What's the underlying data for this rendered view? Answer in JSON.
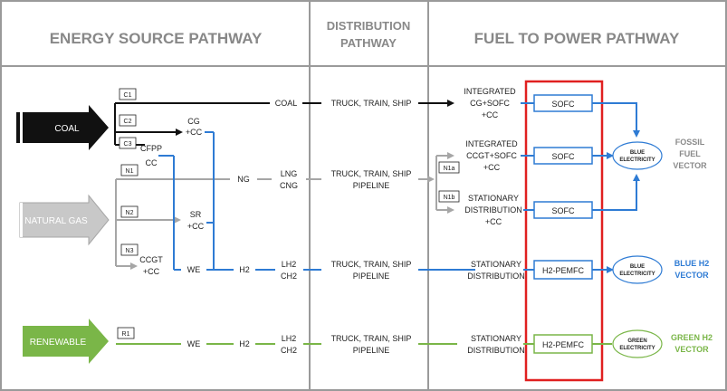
{
  "headers": {
    "energy": "ENERGY SOURCE PATHWAY",
    "dist1": "DISTRIBUTION",
    "dist2": "PATHWAY",
    "fuel": "FUEL TO POWER PATHWAY"
  },
  "sources": {
    "coal": "COAL",
    "natural_gas": "NATURAL GAS",
    "renewable": "RENEWABLE"
  },
  "tags": {
    "c1": "C1",
    "c2": "C2",
    "c3": "C3",
    "n1": "N1",
    "n2": "N2",
    "n3": "N3",
    "r1": "R1",
    "n1a": "N1a",
    "n1b": "N1b"
  },
  "process": {
    "cg1": "CG",
    "cg2": "+CC",
    "cfpp1": "CFPP",
    "cfpp2": "CC",
    "sr1": "SR",
    "sr2": "+CC",
    "ccgt1": "CCGT",
    "ccgt2": "+CC",
    "we": "WE",
    "ng": "NG",
    "coal_carrier": "COAL",
    "h2": "H2",
    "lng": "LNG",
    "cng": "CNG",
    "lh2a": "LH2",
    "ch2a": "CH2",
    "we_r": "WE",
    "h2_r": "H2",
    "lh2b": "LH2",
    "ch2b": "CH2"
  },
  "distribution": {
    "row1": "TRUCK, TRAIN, SHIP",
    "row2a": "TRUCK, TRAIN, SHIP",
    "row2b": "PIPELINE",
    "row3a": "TRUCK, TRAIN, SHIP",
    "row3b": "PIPELINE",
    "row4a": "TRUCK, TRAIN, SHIP",
    "row4b": "PIPELINE"
  },
  "fuel_labels": {
    "int1a": "INTEGRATED",
    "int1b": "CG+SOFC",
    "int1c": "+CC",
    "int2a": "INTEGRATED",
    "int2b": "CCGT+SOFC",
    "int2c": "+CC",
    "stat1a": "STATIONARY",
    "stat1b": "DISTRIBUTION",
    "stat1c": "+CC",
    "stat2a": "STATIONARY",
    "stat2b": "DISTRIBUTION",
    "stat3a": "STATIONARY",
    "stat3b": "DISTRIBUTION"
  },
  "units": {
    "sofc1": "SOFC",
    "sofc2": "SOFC",
    "sofc3": "SOFC",
    "pemfc1": "H2-PEMFC",
    "pemfc2": "H2-PEMFC"
  },
  "outputs": {
    "blue1a": "BLUE",
    "blue1b": "ELECTRICITY",
    "blue2a": "BLUE",
    "blue2b": "ELECTRICITY",
    "green1a": "GREEN",
    "green1b": "ELECTRICITY"
  },
  "vectors": {
    "fossil1": "FOSSIL",
    "fossil2": "FUEL",
    "fossil3": "VECTOR",
    "blueh2a": "BLUE H2",
    "blueh2b": "VECTOR",
    "greenh2a": "GREEN H2",
    "greenh2b": "VECTOR"
  },
  "colors": {
    "coal": "#111111",
    "fossil_gray": "#a6a6a6",
    "blue": "#2e7bd4",
    "green": "#7ab648",
    "red_frame": "#e02020",
    "header_gray": "#888888"
  }
}
